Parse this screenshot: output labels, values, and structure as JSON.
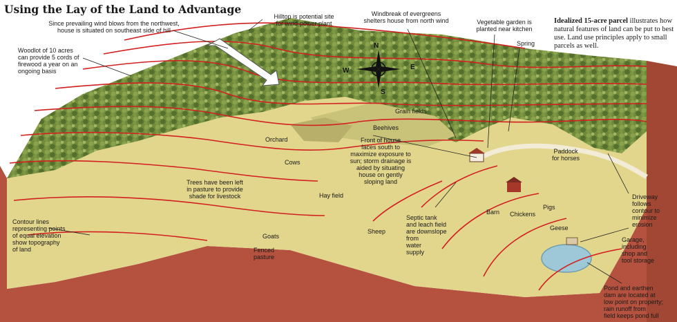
{
  "title": "Using the Lay of the Land to Advantage",
  "intro": {
    "bold": "Idealized 15-acre parcel",
    "text": " illustrates how natural features of land can be put to best use. Land use principles apply to small parcels as well."
  },
  "compass": {
    "n": "N",
    "s": "S",
    "e": "E",
    "w": "W"
  },
  "labels": {
    "wind": [
      "Since prevailing wind blows from the northwest,",
      "house is situated on southeast side of hill"
    ],
    "hilltop": [
      "Hilltop is potential site",
      "for wind-power plant"
    ],
    "windbreak": [
      "Windbreak of evergreens",
      "shelters house from north wind"
    ],
    "vegetable": [
      "Vegetable garden is",
      "planted near kitchen"
    ],
    "spring": [
      "Spring"
    ],
    "woodlot": [
      "Woodlot of 10 acres",
      "can provide 5 cords of",
      "firewood a year on an",
      "ongoing basis"
    ],
    "grain": [
      "Grain fields"
    ],
    "beehives": [
      "Beehives"
    ],
    "orchard": [
      "Orchard"
    ],
    "house": [
      "Front of house",
      "faces south to",
      "maximize exposure to",
      "sun; storm drainage is",
      "aided by situating",
      "house on gently",
      "sloping land"
    ],
    "paddock": [
      "Paddock",
      "for horses"
    ],
    "cows": [
      "Cows"
    ],
    "trees": [
      "Trees have been left",
      "in pasture to provide",
      "shade for livestock"
    ],
    "hayfield": [
      "Hay field"
    ],
    "driveway": [
      "Driveway",
      "follows",
      "contour to",
      "minimize",
      "erosion"
    ],
    "contour": [
      "Contour lines",
      "representing points",
      "of equal elevation",
      "show topography",
      "of land"
    ],
    "goats": [
      "Goats"
    ],
    "sheep": [
      "Sheep"
    ],
    "septic": [
      "Septic tank",
      "and leach field",
      "are downslope",
      "from",
      "water",
      "supply"
    ],
    "barn": [
      "Barn"
    ],
    "chickens": [
      "Chickens"
    ],
    "pigs": [
      "Pigs"
    ],
    "geese": [
      "Geese"
    ],
    "garage": [
      "Garage,",
      "including",
      "shop and",
      "tool storage"
    ],
    "pasture": [
      "Fenced",
      "pasture"
    ],
    "pond": [
      "Pond and earthen",
      "dam are located at",
      "low point on property;",
      "rain runoff from",
      "field keeps pond full"
    ]
  },
  "colors": {
    "forest": "#6f8a3c",
    "field": "#e2d58c",
    "soil": "#b5523f",
    "contour": "#d21f1f",
    "pond": "#9ec8d8"
  }
}
